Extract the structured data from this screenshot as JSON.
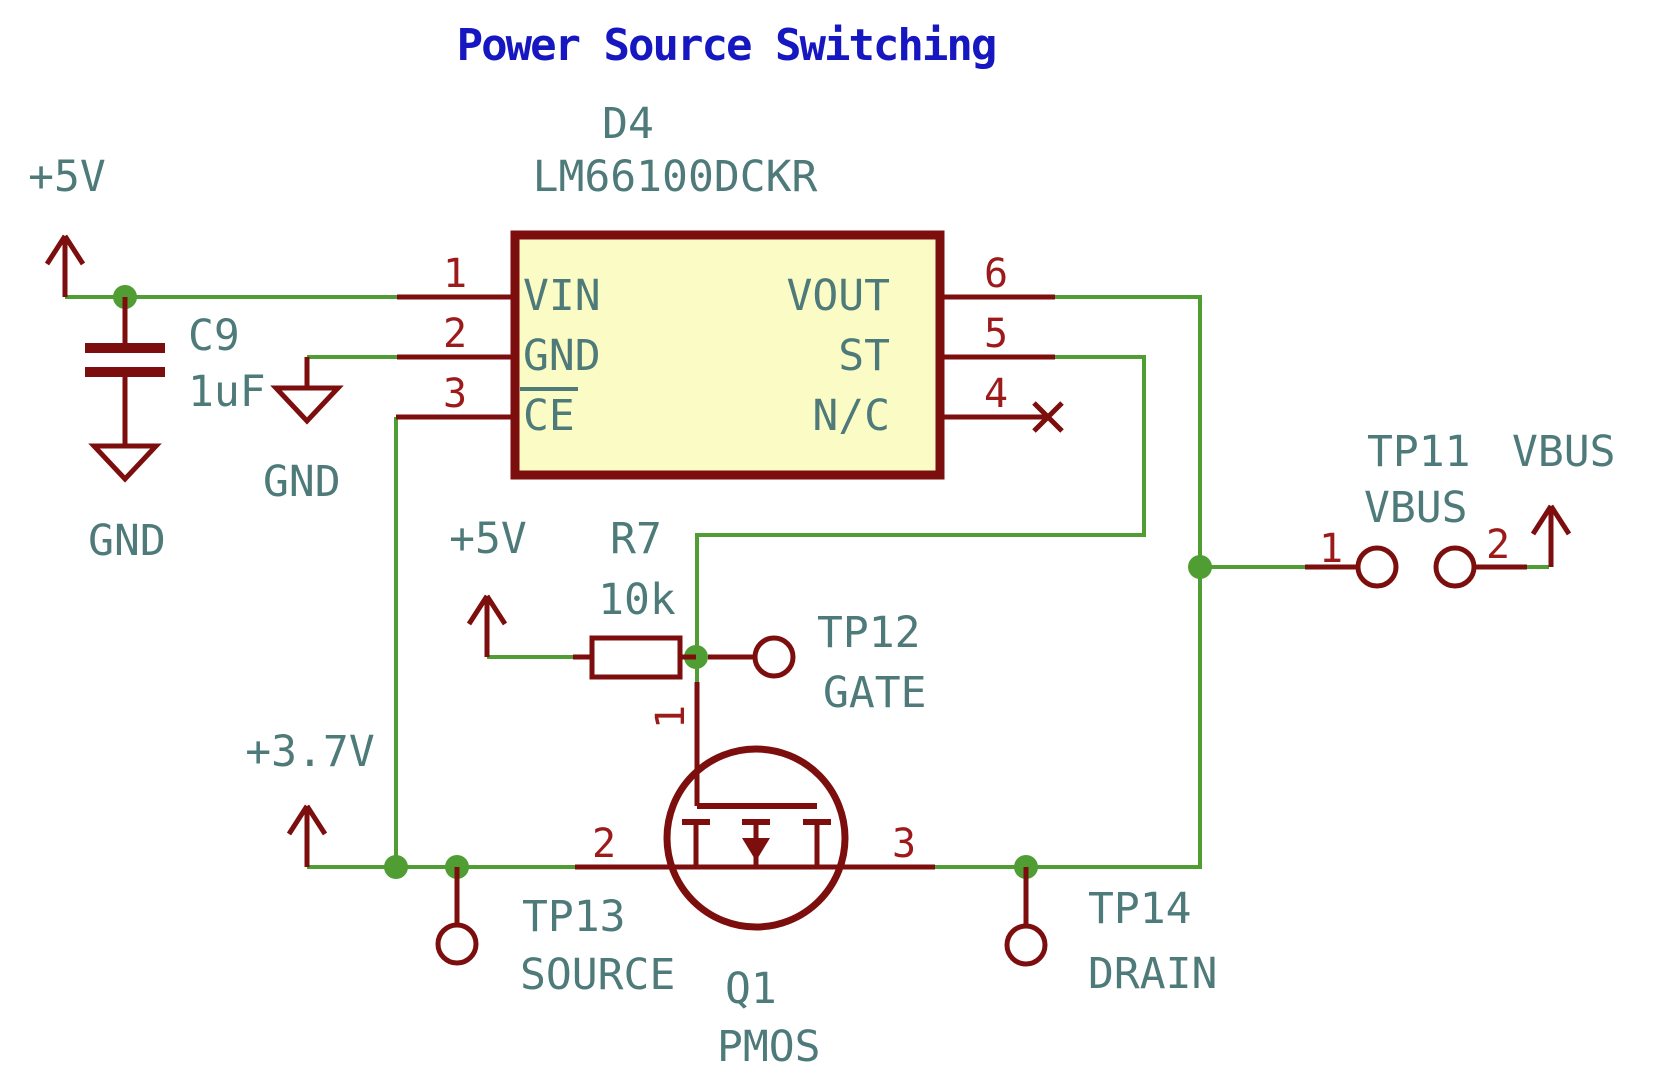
{
  "title": "Power Source Switching",
  "colors": {
    "title_blue": "#1717C2",
    "symbol_maroon": "#7C0E0E",
    "pin_number_red": "#9C1A1A",
    "wire_green": "#4F9D33",
    "field_teal": "#4E7A7A",
    "ic_body_fill": "#FBFBC5",
    "background": "#FFFFFF"
  },
  "ic": {
    "reference": "D4",
    "value": "LM66100DCKR",
    "left_pins": [
      {
        "number": "1",
        "name": "VIN"
      },
      {
        "number": "2",
        "name": "GND"
      },
      {
        "number": "3",
        "name": "CE",
        "overline": true
      }
    ],
    "right_pins": [
      {
        "number": "6",
        "name": "VOUT"
      },
      {
        "number": "5",
        "name": "ST"
      },
      {
        "number": "4",
        "name": "N/C",
        "no_connect": true
      }
    ]
  },
  "capacitor": {
    "reference": "C9",
    "value": "1uF"
  },
  "resistor": {
    "reference": "R7",
    "value": "10k"
  },
  "transistor": {
    "reference": "Q1",
    "value": "PMOS",
    "gate_pin": "1",
    "source_pin": "2",
    "drain_pin": "3"
  },
  "power": {
    "p5v_left": "+5V",
    "p5v_r7": "+5V",
    "p3v7": "+3.7V",
    "vbus_arrow": "VBUS",
    "gnd_c9": "GND",
    "gnd_pin2": "GND"
  },
  "testpoints": {
    "tp11": {
      "reference": "TP11",
      "net": "VBUS",
      "value": "VBUS",
      "pin1": "1",
      "pin2": "2"
    },
    "tp12": {
      "reference": "TP12",
      "label": "GATE"
    },
    "tp13": {
      "reference": "TP13",
      "label": "SOURCE"
    },
    "tp14": {
      "reference": "TP14",
      "label": "DRAIN"
    }
  }
}
